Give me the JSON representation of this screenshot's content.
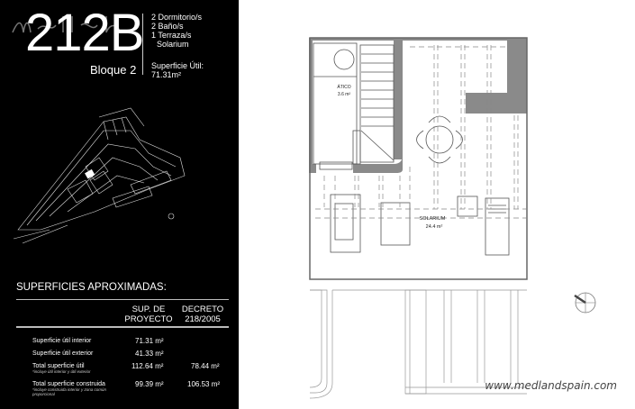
{
  "unit": {
    "code": "212B",
    "block": "Bloque 2",
    "watermark_script": "medland"
  },
  "features": [
    "2 Dormitorio/s",
    "2 Baño/s",
    "1 Terraza/s",
    "Solarium"
  ],
  "useful_area": {
    "label": "Superficie Útil:",
    "value": "71.31m²"
  },
  "surfaces": {
    "title": "SUPERFICIES APROXIMADAS:",
    "columns": [
      {
        "line1": "SUP. DE",
        "line2": "PROYECTO"
      },
      {
        "line1": "DECRETO",
        "line2": "218/2005"
      }
    ],
    "rows": [
      {
        "label": "Superficie útil interior",
        "note": "",
        "proyecto": "71.31 m²",
        "decreto": ""
      },
      {
        "label": "Superficie útil exterior",
        "note": "",
        "proyecto": "41.33 m²",
        "decreto": ""
      },
      {
        "label": "Total superficie útil",
        "note": "*incluye útil interior y útil exterior",
        "proyecto": "112.64 m²",
        "decreto": "78.44 m²"
      },
      {
        "label": "Total superficie construida",
        "note": "*incluye construida interior y zona común proporcional",
        "proyecto": "99.39 m²",
        "decreto": "106.53 m²"
      }
    ]
  },
  "plan": {
    "rooms": [
      {
        "name": "ÁTICO",
        "area": "3.6 m²"
      },
      {
        "name": "SOLARIUM",
        "area": "24.4 m²"
      }
    ],
    "wall_color": "#8a8a8a"
  },
  "website": "www.medlandspain.com",
  "icons": {
    "compass": "north-arrow-icon"
  }
}
